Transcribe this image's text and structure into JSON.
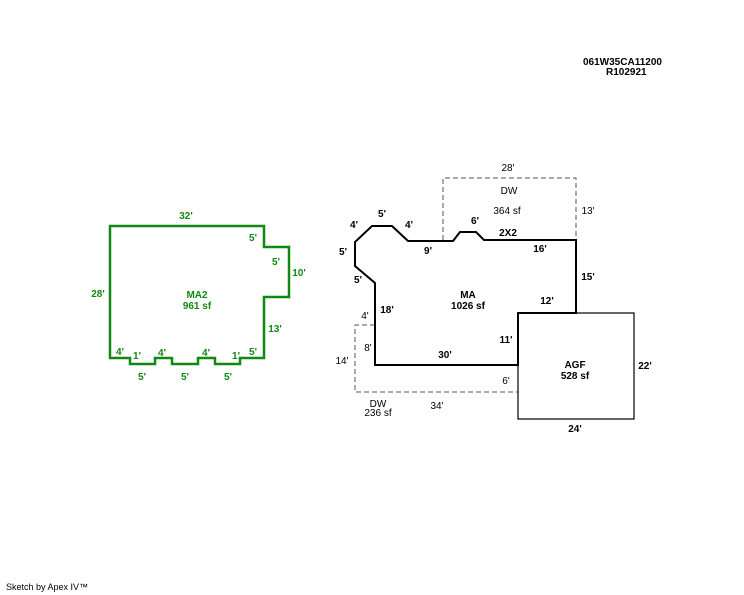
{
  "header": {
    "parcel_id": "061W35CA11200",
    "account": "R102921"
  },
  "footer": {
    "credit": "Sketch by Apex IV™"
  },
  "colors": {
    "ma2_green": "#118811",
    "line_black": "#000000",
    "dashed_gray": "#555555"
  },
  "ma2": {
    "name": "MA2",
    "area": "961 sf",
    "dims": {
      "top": "32'",
      "left": "28'",
      "notch_top": "5'",
      "notch_side": "5'",
      "right": "10'",
      "lower_right": "13'",
      "b1": "4'",
      "b2": "1'",
      "b3": "4'",
      "b4": "4'",
      "b5": "1'",
      "b6": "5'",
      "b7": "5'",
      "b8": "5'",
      "b9": "5'"
    }
  },
  "ma": {
    "name": "MA",
    "area": "1026 sf",
    "dims": {
      "d4a": "4'",
      "d5a": "5'",
      "d4b": "4'",
      "d5b": "5'",
      "d5c": "5'",
      "d9": "9'",
      "d6": "6'",
      "d2x2": "2X2",
      "d16": "16'",
      "d15": "15'",
      "d12": "12'",
      "d18": "18'",
      "d11": "11'",
      "d30": "30'",
      "d8": "8'"
    }
  },
  "dw_top": {
    "name": "DW",
    "area": "364 sf",
    "width": "28'",
    "height": "13'"
  },
  "dw_bottom": {
    "name": "DW",
    "area": "236 sf",
    "width": "34'",
    "height": "14'",
    "small": "4'",
    "inner": "6'"
  },
  "agf": {
    "name": "AGF",
    "area": "528 sf",
    "width": "24'",
    "height": "22'"
  }
}
